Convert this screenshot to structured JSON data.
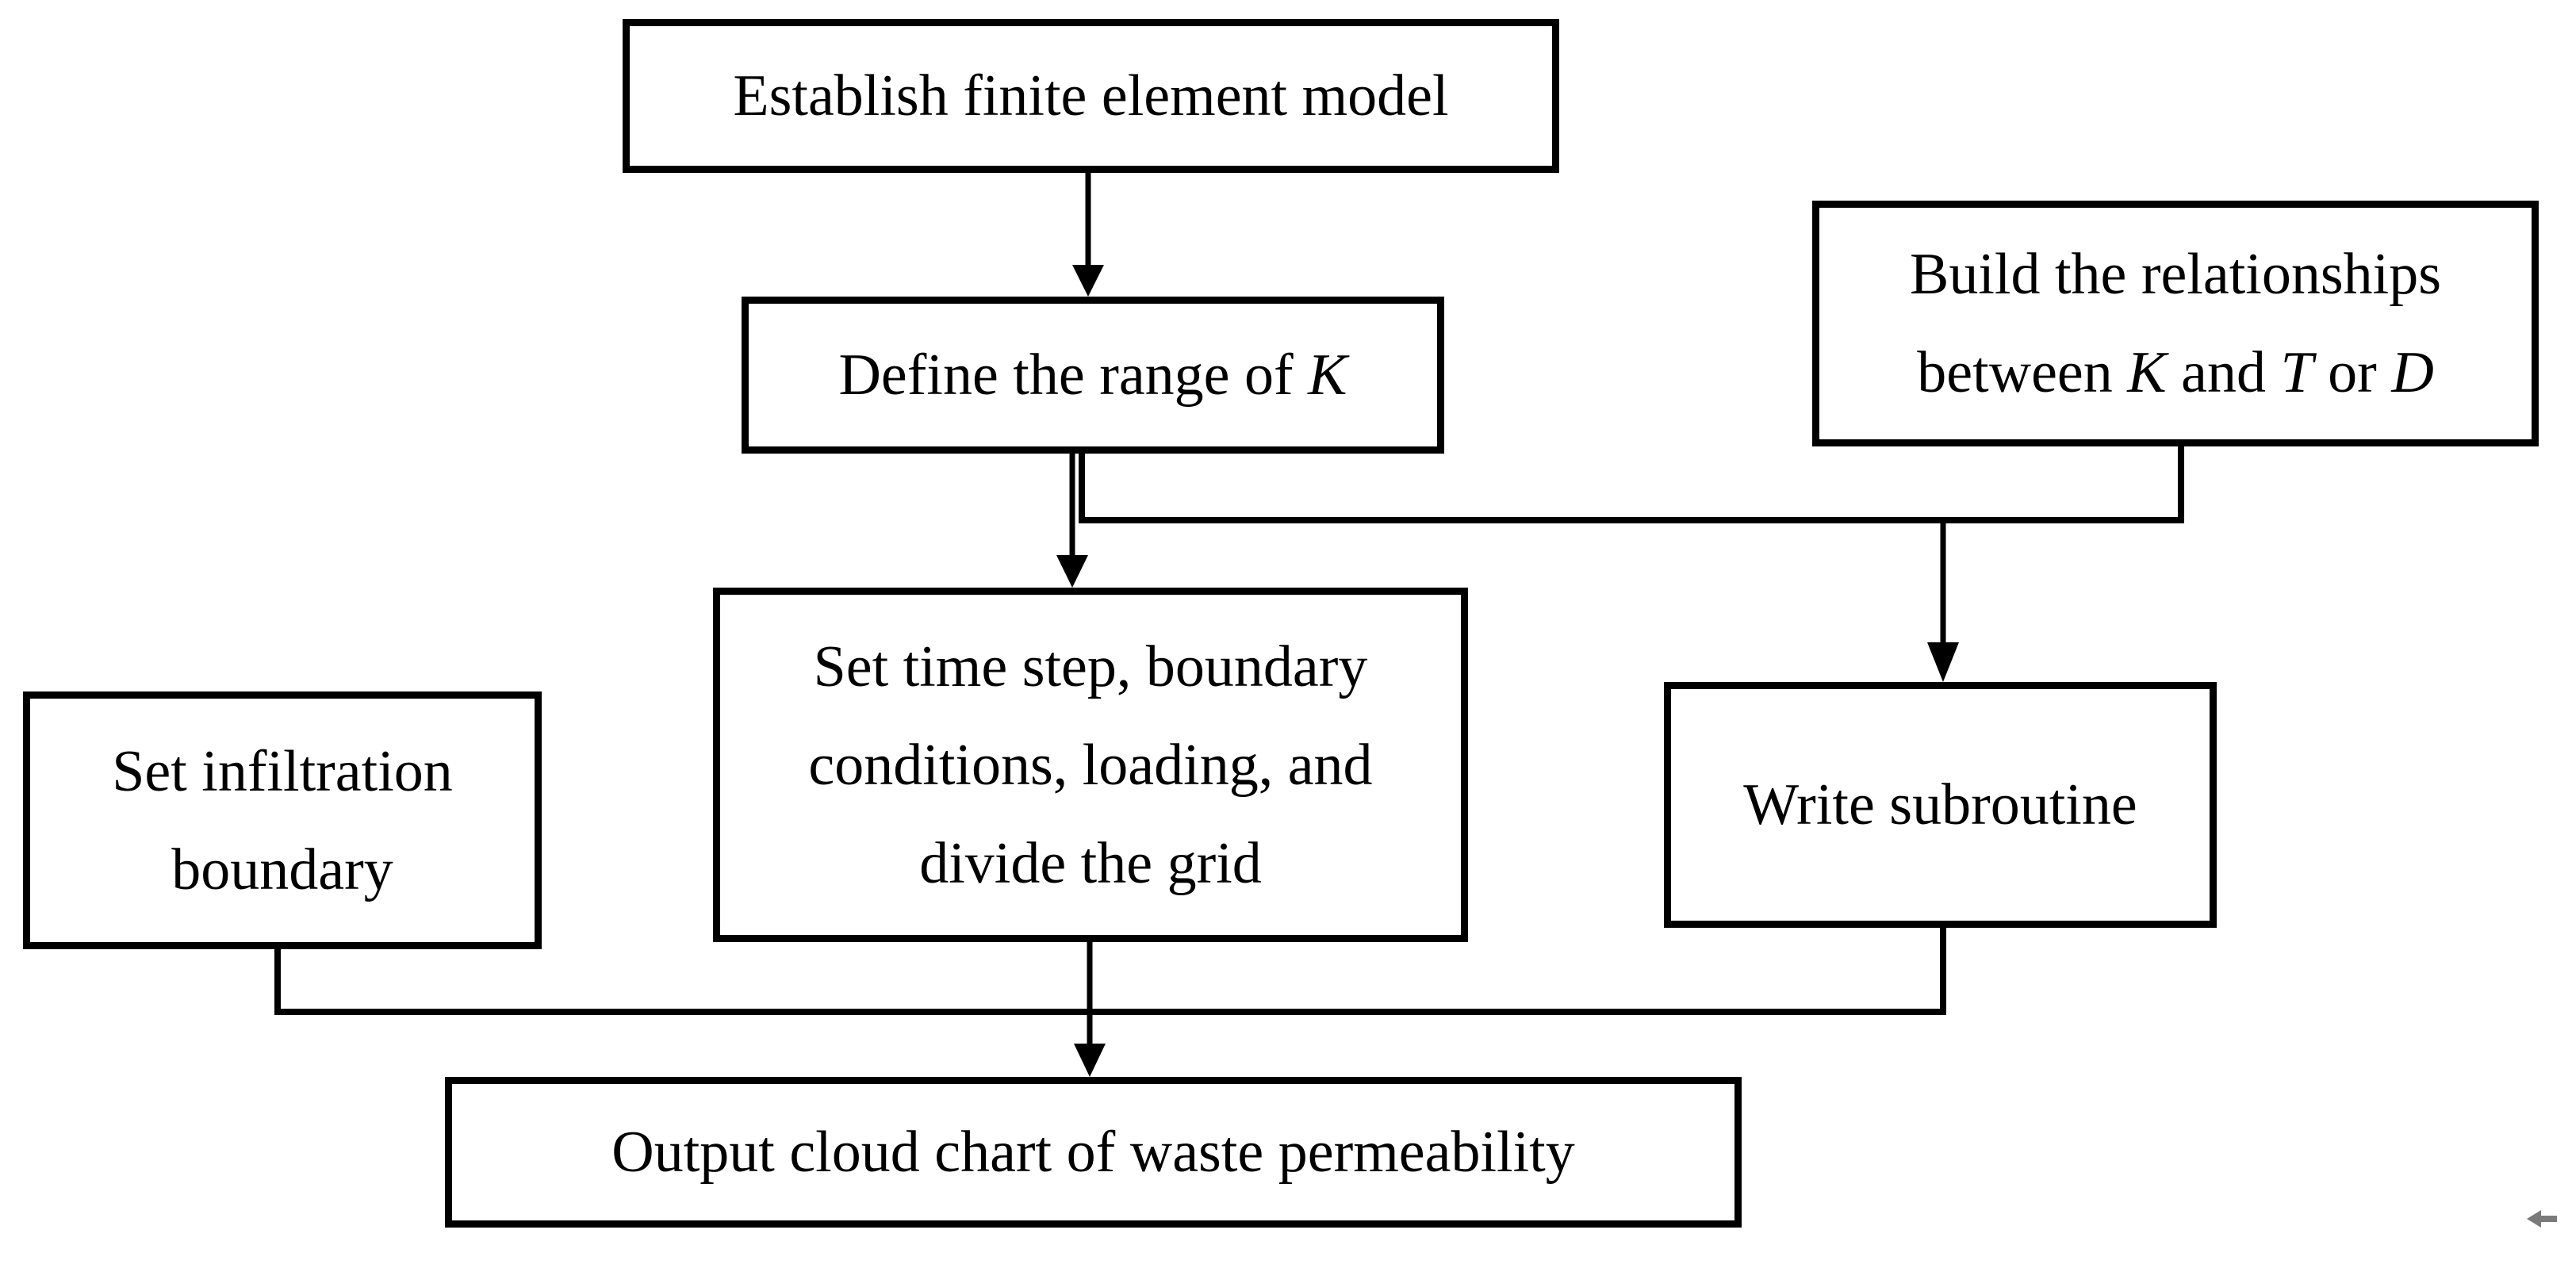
{
  "diagram": {
    "type": "flowchart",
    "colors": {
      "background": "#ffffff",
      "box_border": "#000000",
      "box_fill": "#ffffff",
      "text": "#000000",
      "connector": "#000000",
      "corner_mark": "#7a7a7a"
    },
    "nodes": {
      "establish": {
        "text": "Establish finite element model"
      },
      "define": {
        "text_pre": "Define the range of ",
        "var_k": "K"
      },
      "build": {
        "line1": "Build the relationships",
        "line2_pre": "between ",
        "var_k": "K",
        "line2_and": " and ",
        "var_t": "T",
        "line2_or": " or ",
        "var_d": "D"
      },
      "set_time": {
        "line1": "Set time step, boundary",
        "line2": "conditions, loading, and",
        "line3": "divide the grid"
      },
      "infiltration": {
        "line1": "Set infiltration",
        "line2": "boundary"
      },
      "subroutine": {
        "text": "Write subroutine"
      },
      "output": {
        "text": "Output cloud chart of waste permeability"
      }
    },
    "edges": [
      {
        "from": "establish",
        "to": "define",
        "style": "arrow"
      },
      {
        "from": "define",
        "to": "set_time",
        "style": "arrow"
      },
      {
        "from": "define",
        "to": "subroutine",
        "style": "elbow-arrow"
      },
      {
        "from": "build",
        "to": "subroutine",
        "style": "elbow-arrow"
      },
      {
        "from": "infiltration",
        "to": "output",
        "style": "elbow-merge"
      },
      {
        "from": "set_time",
        "to": "output",
        "style": "arrow"
      },
      {
        "from": "subroutine",
        "to": "output",
        "style": "elbow-merge"
      }
    ],
    "corner_mark": "left-arrow"
  }
}
